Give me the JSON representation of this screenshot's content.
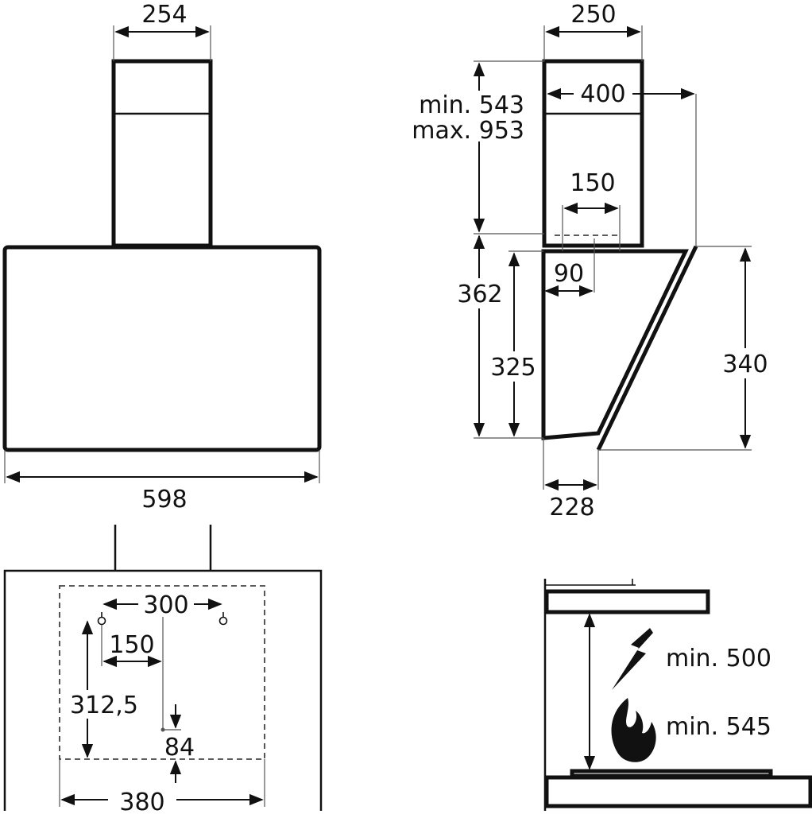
{
  "front_view": {
    "chimney_width": "254",
    "hood_width": "598"
  },
  "side_view": {
    "chimney_width": "250",
    "chimney_height_min": "min. 543",
    "chimney_height_max": "max. 953",
    "wall_distance": "400",
    "outlet_width": "150",
    "outlet_offset": "90",
    "height_total": "362",
    "height_back": "325",
    "height_front": "340",
    "depth_bottom": "228"
  },
  "mounting_view": {
    "hole_spacing": "300",
    "half_spacing": "150",
    "vertical_distance": "312,5",
    "bottom_offset": "84",
    "bottom_width": "380"
  },
  "clearance_view": {
    "electric_min": "min. 500",
    "gas_min": "min. 545",
    "electric_icon": "lightning-icon",
    "gas_icon": "flame-icon"
  }
}
